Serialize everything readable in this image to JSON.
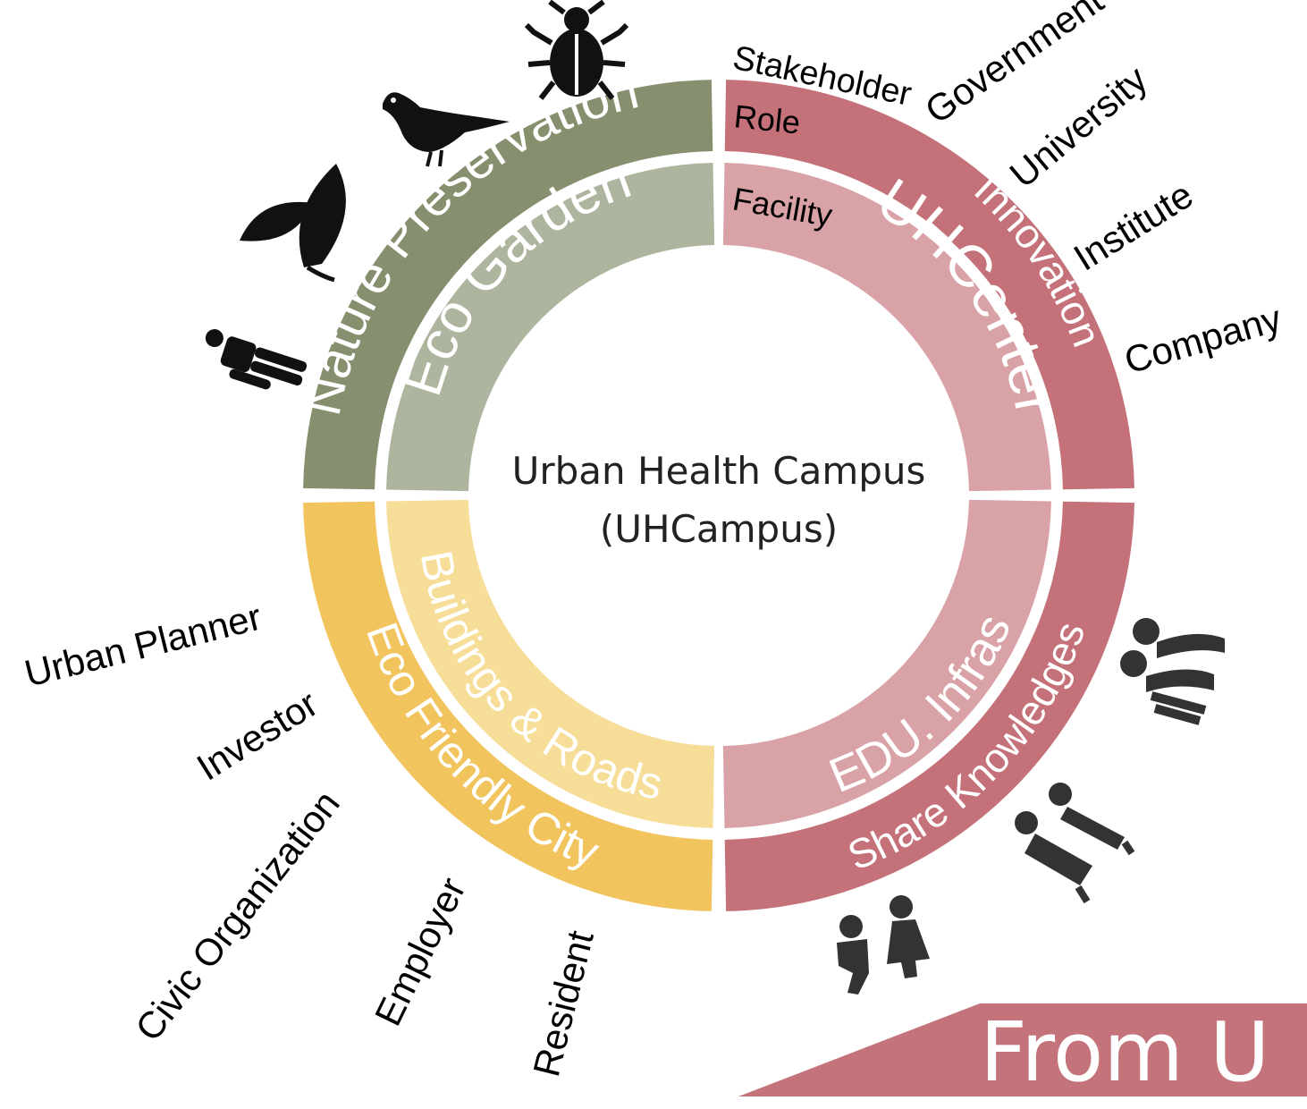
{
  "center": {
    "title_line1": "Urban Health Campus",
    "title_line2": "(UHCampus)"
  },
  "legend_labels": {
    "role": "Role",
    "facility": "Facility"
  },
  "rings": {
    "outer": {
      "nature_preservation": "Nature Preservation",
      "innovation": "Innovation",
      "share_knowledges": "Share Knowledges",
      "eco_friendly_city": "Eco Friendly City"
    },
    "inner": {
      "eco_garden": "Eco Garden",
      "uhcenter": "UHCenter",
      "edu_infras": "EDU. Infras",
      "buildings_roads": "Buildings & Roads"
    }
  },
  "stakeholders": {
    "top_right": [
      "Stakeholder",
      "Government",
      "University",
      "Institute",
      "Company"
    ],
    "bottom_left": [
      "Urban Planner",
      "Investor",
      "Civic Organization",
      "Employer",
      "Resident"
    ]
  },
  "icons": {
    "top_left": [
      "beetle-icon",
      "bird-icon",
      "leaves-icon",
      "person-icon"
    ],
    "bottom_right": [
      "elderly-couple-icon",
      "adult-couple-icon",
      "children-icon"
    ]
  },
  "banner": {
    "text": "From U"
  },
  "colors": {
    "nature_outer": "#86906F",
    "nature_inner": "#ADB59F",
    "innovation_outer": "#C47179",
    "innovation_inner": "#D9A2A6",
    "eco_city_outer": "#F1C45E",
    "eco_city_inner": "#F6DE99",
    "banner": "#C4737A"
  }
}
